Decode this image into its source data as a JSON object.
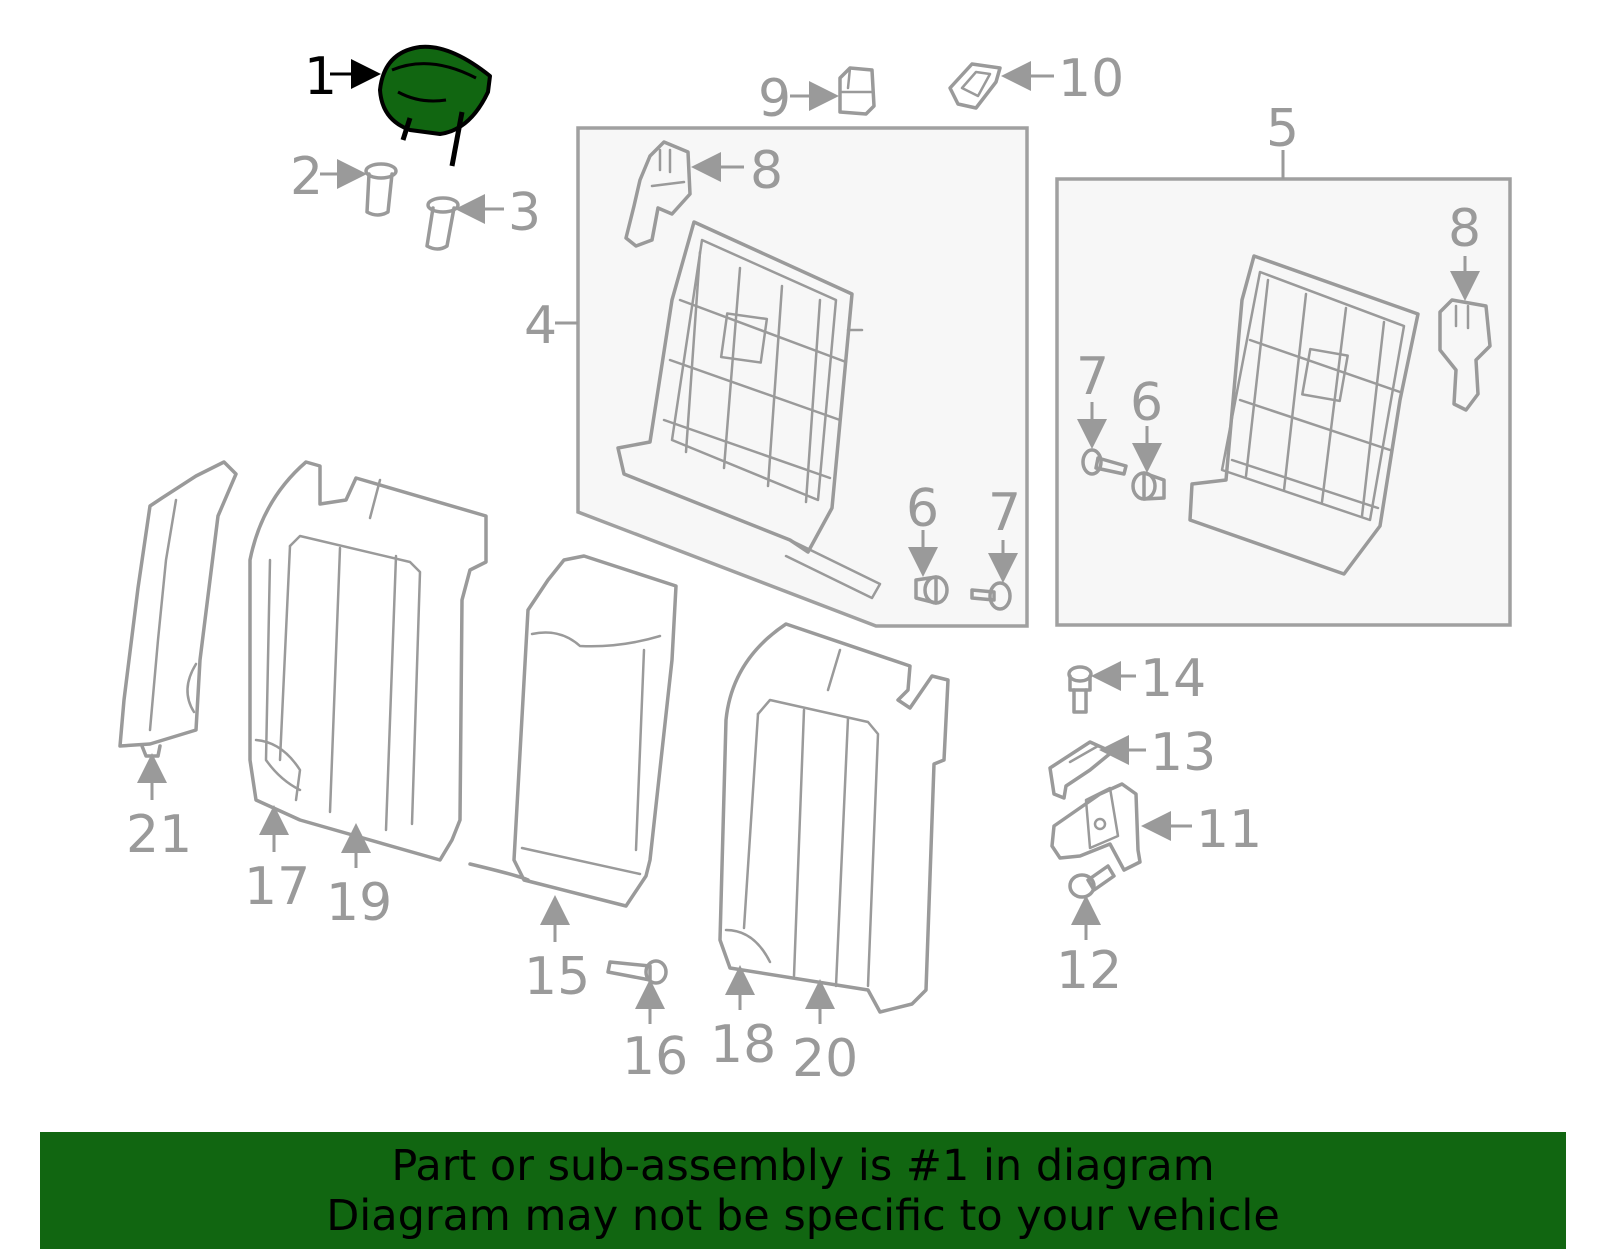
{
  "highlight_color": "#116611",
  "part_color": "#9a9a9a",
  "callouts": {
    "c1": "1",
    "c2": "2",
    "c3": "3",
    "c4": "4",
    "c5": "5",
    "c6a": "6",
    "c6b": "6",
    "c7a": "7",
    "c7b": "7",
    "c8a": "8",
    "c8b": "8",
    "c9": "9",
    "c10": "10",
    "c11": "11",
    "c12": "12",
    "c13": "13",
    "c14": "14",
    "c15": "15",
    "c16": "16",
    "c17": "17",
    "c18": "18",
    "c19": "19",
    "c20": "20",
    "c21": "21"
  },
  "banner": {
    "line1": "Part or sub-assembly is #1 in diagram",
    "line2": "Diagram may not be specific to your vehicle"
  }
}
